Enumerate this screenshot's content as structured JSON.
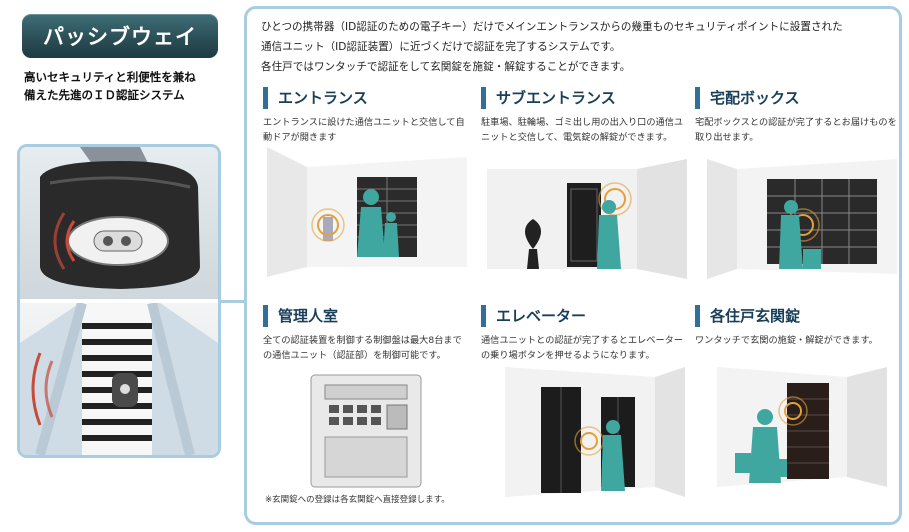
{
  "brand": {
    "name": "パッシブウェイ"
  },
  "tagline": {
    "line1": "高いセキュリティと利便性を兼ね",
    "line2": "備えた先進のＩＤ認証システム"
  },
  "intro": {
    "line1": "ひとつの携帯器（ID認証のための電子キー）だけでメインエントランスからの幾重ものセキュリティポイントに設置された",
    "line2": "通信ユニット（ID認証装置）に近づくだけで認証を完了するシステムです。",
    "line3": "各住戸ではワンタッチで認証をして玄関錠を施錠・解錠することができます。"
  },
  "features": [
    {
      "title": "エントランス",
      "desc": "エントランスに設けた通信ユニットと交信して自動ドアが開きます"
    },
    {
      "title": "サブエントランス",
      "desc": "駐車場、駐輪場、ゴミ出し用の出入り口の通信ユニットと交信して、電気錠の解錠ができます。"
    },
    {
      "title": "宅配ボックス",
      "desc": "宅配ボックスとの認証が完了するとお届けものを取り出せます。"
    },
    {
      "title": "管理人室",
      "desc": "全ての認証装置を制御する制御盤は最大8台までの通信ユニット（認証部）を制御可能です。"
    },
    {
      "title": "エレベーター",
      "desc": "通信ユニットとの認証が完了するとエレベーターの乗り場ボタンを押せるようになります。"
    },
    {
      "title": "各住戸玄関錠",
      "desc": "ワンタッチで玄関の施錠・解錠ができます。"
    }
  ],
  "note": "※玄関錠への登録は各玄関錠へ直接登録します。",
  "colors": {
    "accent": "#2f6f9a",
    "frame": "#a8cde0",
    "figure": "#3fa7a0",
    "wave": "#c84a3a"
  }
}
